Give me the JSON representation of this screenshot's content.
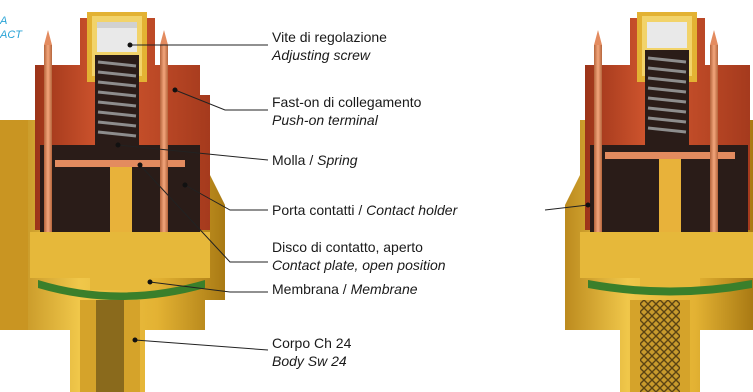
{
  "corner_text": [
    "A",
    "ACT"
  ],
  "labels": {
    "screw": {
      "it": "Vite di regolazione",
      "en": "Adjusting screw"
    },
    "terminal": {
      "it": "Fast-on di collegamento",
      "en": "Push-on terminal"
    },
    "spring": {
      "it": "Molla / ",
      "en": "Spring"
    },
    "holder": {
      "it": "Porta contatti / ",
      "en": "Contact holder"
    },
    "plate": {
      "it": "Disco di contatto, aperto",
      "en": "Contact plate, open position"
    },
    "membrane": {
      "it": "Membrana / ",
      "en": "Membrane"
    },
    "body": {
      "it": "Corpo Ch 24",
      "en": "Body Sw 24"
    }
  },
  "colors": {
    "brass": "#e3b233",
    "brass_dark": "#b8861b",
    "red_housing": "#c64a2a",
    "dark_interior": "#2a1c18",
    "copper": "#e38b5f",
    "green_membrane": "#3a7f2b",
    "screw_grey": "#e5e5e5",
    "accent": "#29a3d6"
  },
  "icons": [
    "pressure-switch-cross-section-open",
    "pressure-switch-cross-section-closed"
  ]
}
